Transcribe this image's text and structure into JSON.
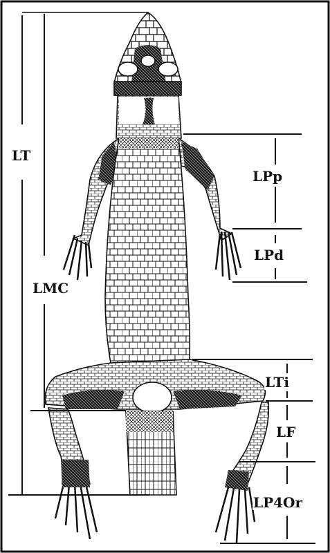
{
  "labels": {
    "lt": "LT",
    "lmc": "LMC",
    "lpp": "LPp",
    "lpd": "LPd",
    "lti": "LTi",
    "lf": "LF",
    "lp4or": "LP4Or"
  },
  "colors": {
    "ink": "#111111",
    "paper": "#ffffff",
    "shade": "#1a1a1a"
  }
}
